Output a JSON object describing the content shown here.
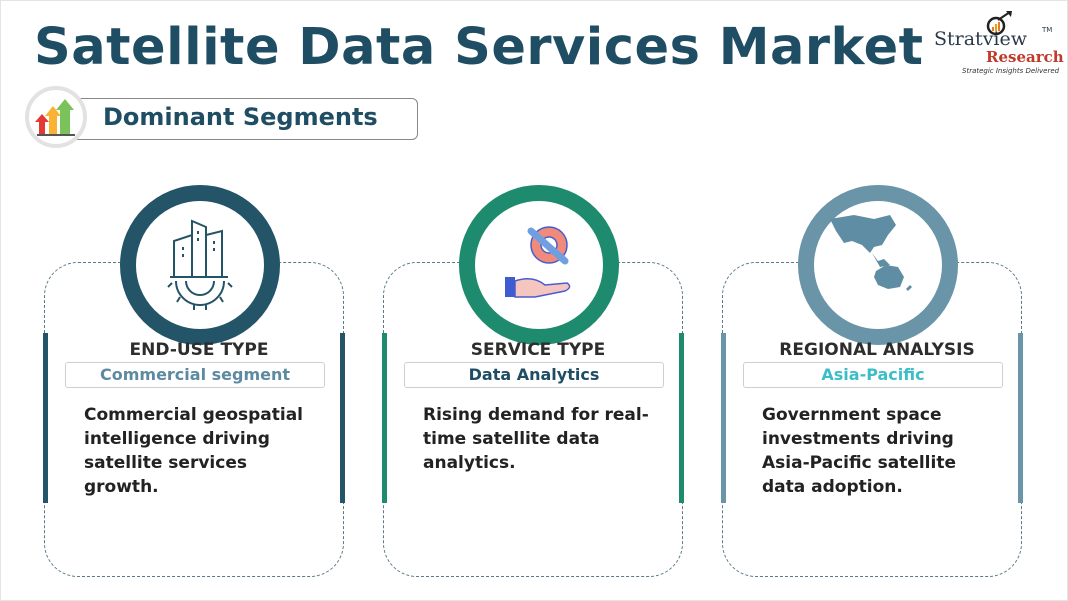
{
  "header": {
    "title": "Satellite Data Services Market"
  },
  "logo": {
    "brand": "Stratview",
    "trademark": "TM",
    "sub": "Research",
    "tagline": "Strategic Insights Delivered"
  },
  "section": {
    "label": "Dominant Segments",
    "icon": "rising-arrows-icon"
  },
  "colors": {
    "title": "#1f4d63",
    "card1": "#235468",
    "card2": "#1e8a6e",
    "card3": "#6a94a8"
  },
  "cards": [
    {
      "icon": "buildings-gear-icon",
      "title": "END-USE TYPE",
      "segment": "Commercial segment",
      "segment_color": "#5d8aa0",
      "description": "Commercial geospatial intelligence driving satellite services growth."
    },
    {
      "icon": "hand-wrench-gear-icon",
      "title": "SERVICE TYPE",
      "segment": "Data Analytics",
      "segment_color": "#1f4d63",
      "description": "Rising demand for real-time satellite data analytics."
    },
    {
      "icon": "asia-pacific-map-icon",
      "title": "REGIONAL ANALYSIS",
      "segment": "Asia-Pacific",
      "segment_color": "#3dbdc8",
      "description": "Government space investments driving Asia-Pacific satellite data adoption."
    }
  ]
}
